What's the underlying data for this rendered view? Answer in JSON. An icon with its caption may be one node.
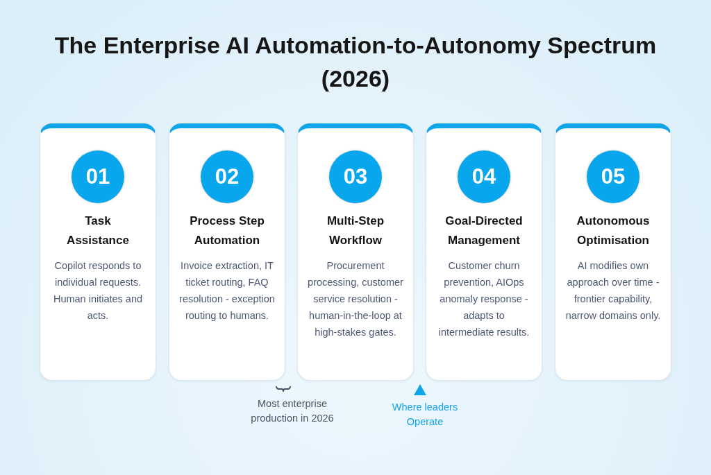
{
  "diagram": {
    "title": "The Enterprise AI Automation-to-Autonomy Spectrum (2026)",
    "nodes": [
      {
        "text": [
          "Task Assistance",
          "Copilot responds to individual requests. Human initiates and acts."
        ]
      },
      {
        "text": [
          "01"
        ],
        "in": 0
      },
      {
        "text": [
          "Process Step Automation",
          "Invoice extraction, IT ticket routing, FAQ resolution - exception routing to humans."
        ]
      },
      {
        "text": [
          "02"
        ],
        "in": 2
      },
      {
        "text": [
          "Multi-Step Workflow",
          "Procurement processing, customer service resolution - human-in-the-loop at high-stakes gates."
        ]
      },
      {
        "text": [
          "03"
        ],
        "in": 4
      },
      {
        "text": [
          "Goal-Directed Management",
          "Customer churn prevention, AIOps anomaly response - adapts to intermediate results."
        ]
      },
      {
        "text": [
          "04"
        ],
        "in": 6
      },
      {
        "text": [
          "Autonomous Optimisation",
          "AI modifies own approach over time - frontier capability, narrow domains only."
        ]
      },
      {
        "text": [
          "05"
        ],
        "in": 8
      }
    ],
    "labels": [
      "Most enterprise production in 2026",
      "Where leaders Operate"
    ]
  }
}
